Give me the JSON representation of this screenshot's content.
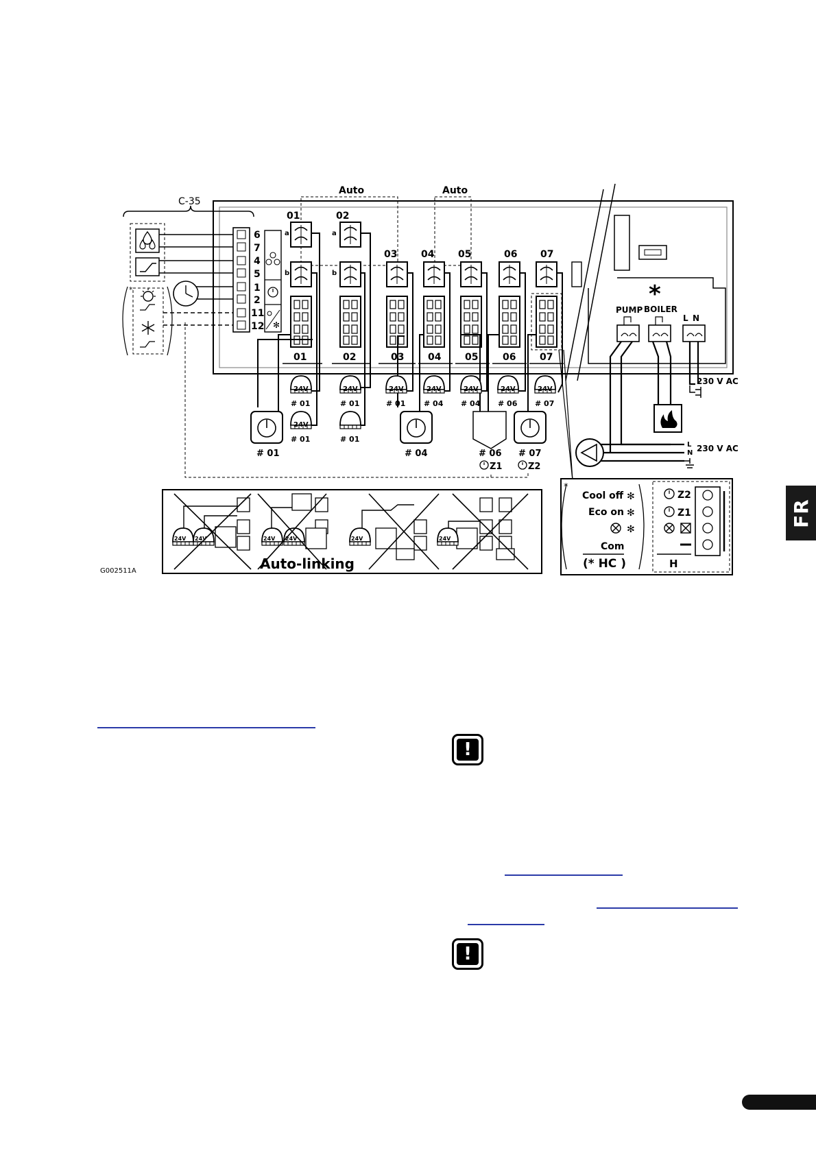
{
  "diagram": {
    "bracket_label": "C-35",
    "auto_labels": [
      "Auto",
      "Auto"
    ],
    "terminal_numbers": [
      "6",
      "7",
      "4",
      "5",
      "1",
      "2",
      "11",
      "12"
    ],
    "channels_top": [
      "01",
      "02",
      "03",
      "04",
      "05",
      "06",
      "07"
    ],
    "channels_bottom": [
      "01",
      "02",
      "03",
      "04",
      "05",
      "06",
      "07"
    ],
    "sub_labels": [
      "a",
      "b",
      "a",
      "b"
    ],
    "actuator_voltage": "24V",
    "actuators_row1": [
      "# 01",
      "# 01",
      "# 01",
      "# 04",
      "# 04",
      "# 06",
      "# 07"
    ],
    "actuators_row2": [
      "# 01",
      "# 01"
    ],
    "thermostats": [
      "# 01",
      "# 04",
      "# 06",
      "# 07"
    ],
    "zone_labels": [
      "Z1",
      "Z2"
    ],
    "pump_label": "PUMP",
    "boiler_label": "BOILER",
    "mains_labels": [
      "L",
      "N"
    ],
    "supply_label": "230 V AC",
    "supply_label_2": "230 V AC",
    "ground_labels": [
      "L",
      "N"
    ],
    "star": "*",
    "auto_linking_label": "Auto-linking",
    "figure_code": "G002511A",
    "legend": {
      "star": "*",
      "cool_off": "Cool off",
      "eco_on": "Eco on",
      "com": "Com",
      "hc": "(* HC )",
      "z2": "Z2",
      "z1": "Z1",
      "h": "H"
    }
  },
  "language_tab": "FR",
  "warning_icon": "!"
}
